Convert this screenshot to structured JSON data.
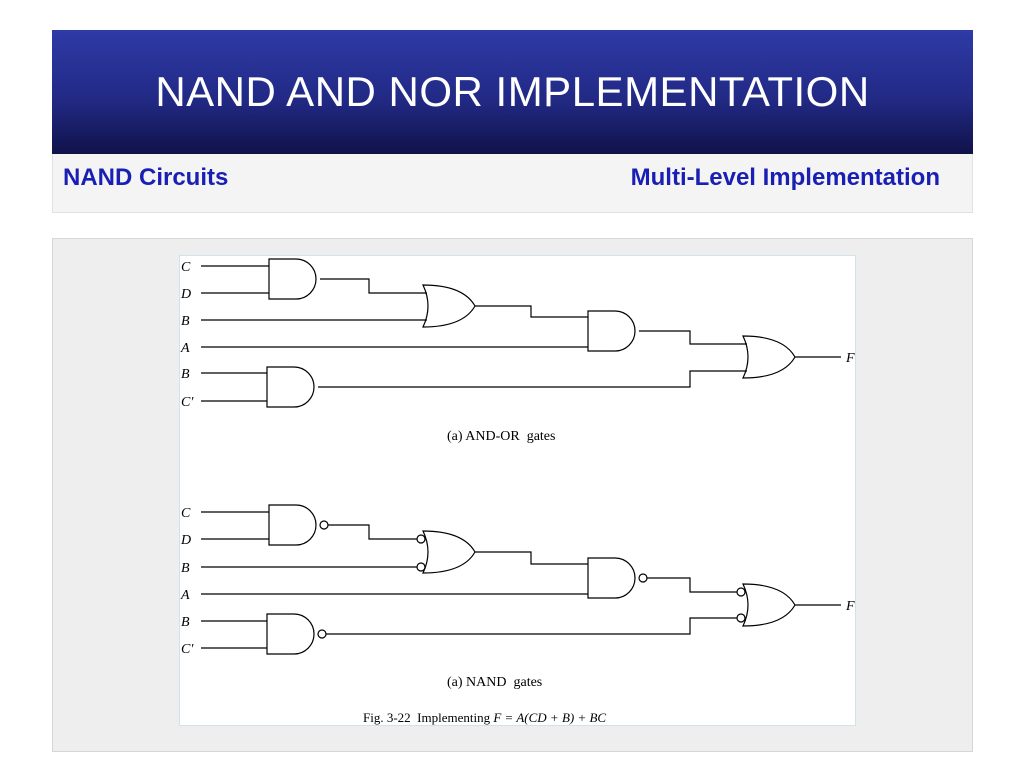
{
  "slide": {
    "title": "NAND AND NOR IMPLEMENTATION",
    "subtitle_left": "NAND Circuits",
    "subtitle_right": "Multi-Level Implementation"
  },
  "diagram_top": {
    "inputs": [
      "C",
      "D",
      "B",
      "A",
      "B",
      "C′"
    ],
    "output": "F",
    "caption": "(a) AND-OR  gates"
  },
  "diagram_bottom": {
    "inputs": [
      "C",
      "D",
      "B",
      "A",
      "B",
      "C′"
    ],
    "output": "F",
    "caption": "(a) NAND  gates"
  },
  "figure_caption": {
    "prefix": "Fig. 3-22  Implementing ",
    "equation": "F = A(CD + B) + BC"
  },
  "colors": {
    "title_bar": "#222a86",
    "subtitle_text": "#1a1fb3"
  }
}
